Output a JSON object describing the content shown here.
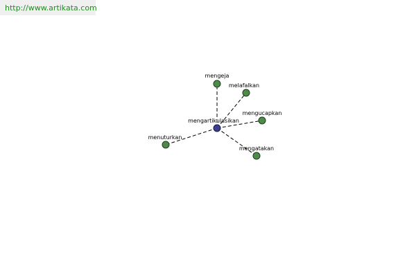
{
  "header": {
    "url_text": "http://www.artikata.com"
  },
  "graph": {
    "center": {
      "label": "mengartikulasikan"
    },
    "leaves": [
      {
        "id": "mengeja",
        "label": "mengeja"
      },
      {
        "id": "melafalkan",
        "label": "melafalkan"
      },
      {
        "id": "mengucapkan",
        "label": "mengucapkan"
      },
      {
        "id": "menuturkan",
        "label": "menuturkan"
      },
      {
        "id": "mengatakan",
        "label": "mengatakan"
      }
    ],
    "colors": {
      "center_node": "#3b3f8c",
      "leaf_node": "#4e8a4a",
      "edge": "#000000",
      "url_text": "#1e8e1e"
    }
  }
}
